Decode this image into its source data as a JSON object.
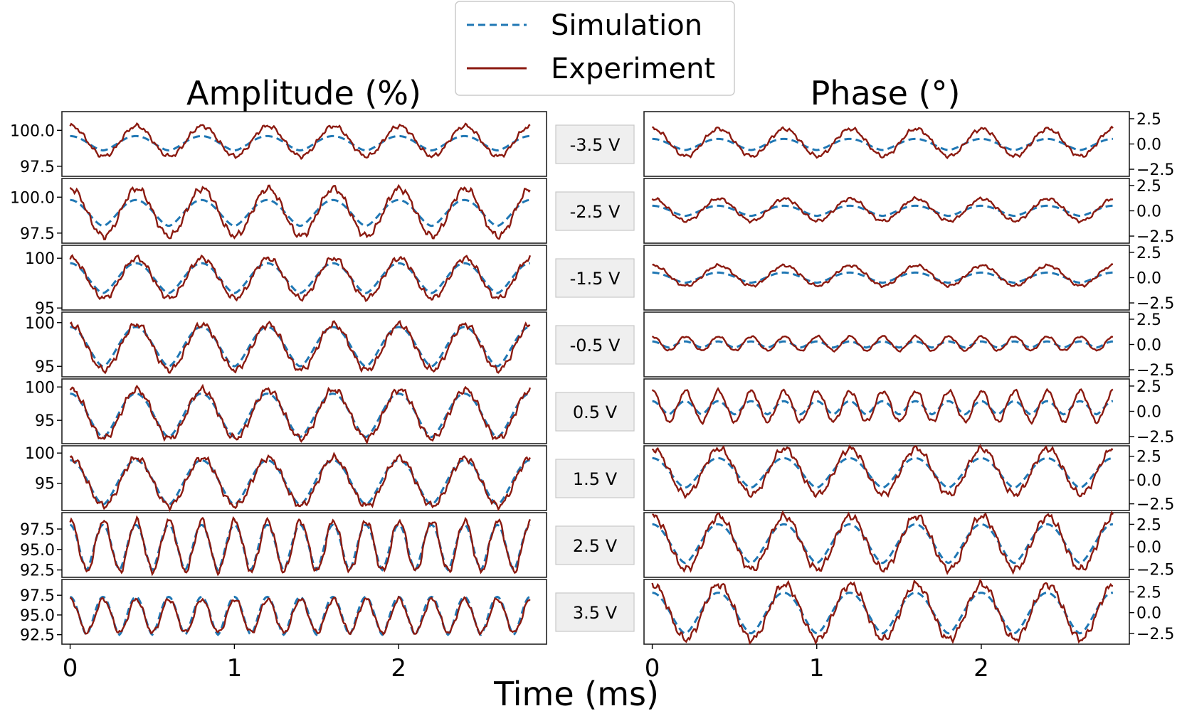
{
  "chart_data": {
    "type": "line",
    "titles": {
      "left": "Amplitude (%)",
      "right": "Phase (°)"
    },
    "xlabel": "Time (ms)",
    "xlim": [
      -0.05,
      2.9
    ],
    "xticks": [
      0,
      1,
      2
    ],
    "legend": {
      "placement": "top-center",
      "entries": [
        {
          "name": "Simulation",
          "color": "#1f77b4",
          "style": "dashed"
        },
        {
          "name": "Experiment",
          "color": "#8b1a10",
          "style": "solid"
        }
      ]
    },
    "simulation_color": "#1f77b4",
    "experiment_color": "#8b1a10",
    "rows": [
      {
        "label": "-3.5 V",
        "amplitude": {
          "ylim": [
            96.8,
            101.3
          ],
          "yticks": [
            "100.0",
            "97.5"
          ],
          "ytick_values": [
            100.0,
            97.5
          ],
          "sim_min": 98.6,
          "sim_max": 99.6,
          "exp_min": 98.2,
          "exp_max": 100.3,
          "freq_per_ms": 2.5
        },
        "phase": {
          "ylim": [
            -3.2,
            3.2
          ],
          "yticks": [
            "2.5",
            "0.0",
            "−2.5"
          ],
          "ytick_values": [
            2.5,
            0.0,
            -2.5
          ],
          "sim_min": -0.6,
          "sim_max": 0.5,
          "exp_min": -1.2,
          "exp_max": 1.5,
          "freq_per_ms": 2.5
        }
      },
      {
        "label": "-2.5 V",
        "amplitude": {
          "ylim": [
            96.8,
            101.3
          ],
          "yticks": [
            "100.0",
            "97.5"
          ],
          "ytick_values": [
            100.0,
            97.5
          ],
          "sim_min": 98.0,
          "sim_max": 99.8,
          "exp_min": 97.3,
          "exp_max": 100.6,
          "freq_per_ms": 2.5
        },
        "phase": {
          "ylim": [
            -3.2,
            3.2
          ],
          "yticks": [
            "2.5",
            "0.0",
            "−2.5"
          ],
          "ytick_values": [
            2.5,
            0.0,
            -2.5
          ],
          "sim_min": -0.5,
          "sim_max": 0.5,
          "exp_min": -1.0,
          "exp_max": 1.2,
          "freq_per_ms": 2.5
        }
      },
      {
        "label": "-1.5 V",
        "amplitude": {
          "ylim": [
            94.8,
            101.3
          ],
          "yticks": [
            "100",
            "95"
          ],
          "ytick_values": [
            100,
            95
          ],
          "sim_min": 96.5,
          "sim_max": 99.5,
          "exp_min": 96.0,
          "exp_max": 100.0,
          "freq_per_ms": 2.5
        },
        "phase": {
          "ylim": [
            -3.2,
            3.2
          ],
          "yticks": [
            "2.5",
            "0.0",
            "−2.5"
          ],
          "ytick_values": [
            2.5,
            0.0,
            -2.5
          ],
          "sim_min": -0.5,
          "sim_max": 0.5,
          "exp_min": -0.8,
          "exp_max": 1.2,
          "freq_per_ms": 2.5
        }
      },
      {
        "label": "-0.5 V",
        "amplitude": {
          "ylim": [
            93.8,
            101.2
          ],
          "yticks": [
            "100",
            "95"
          ],
          "ytick_values": [
            100,
            95
          ],
          "sim_min": 95.0,
          "sim_max": 99.5,
          "exp_min": 94.6,
          "exp_max": 99.8,
          "freq_per_ms": 2.5
        },
        "phase": {
          "ylim": [
            -3.2,
            3.2
          ],
          "yticks": [
            "2.5",
            "0.0",
            "−2.5"
          ],
          "ytick_values": [
            2.5,
            0.0,
            -2.5
          ],
          "sim_min": -0.3,
          "sim_max": 0.3,
          "exp_min": -0.6,
          "exp_max": 0.8,
          "freq_per_ms": 5.0
        }
      },
      {
        "label": "0.5 V",
        "amplitude": {
          "ylim": [
            91.5,
            101.2
          ],
          "yticks": [
            "100",
            "95"
          ],
          "ytick_values": [
            100,
            95
          ],
          "sim_min": 92.5,
          "sim_max": 99.0,
          "exp_min": 92.3,
          "exp_max": 99.6,
          "freq_per_ms": 2.5
        },
        "phase": {
          "ylim": [
            -3.2,
            3.2
          ],
          "yticks": [
            "2.5",
            "0.0",
            "−2.5"
          ],
          "ytick_values": [
            2.5,
            0.0,
            -2.5
          ],
          "sim_min": -0.3,
          "sim_max": 1.0,
          "exp_min": -1.0,
          "exp_max": 2.0,
          "freq_per_ms": 5.0
        }
      },
      {
        "label": "1.5 V",
        "amplitude": {
          "ylim": [
            90.5,
            101.2
          ],
          "yticks": [
            "100",
            "95"
          ],
          "ytick_values": [
            100,
            95
          ],
          "sim_min": 91.5,
          "sim_max": 98.8,
          "exp_min": 91.3,
          "exp_max": 99.2,
          "freq_per_ms": 2.5
        },
        "phase": {
          "ylim": [
            -3.2,
            3.6
          ],
          "yticks": [
            "2.5",
            "0.0",
            "−2.5"
          ],
          "ytick_values": [
            2.5,
            0.0,
            -2.5
          ],
          "sim_min": -0.8,
          "sim_max": 2.3,
          "exp_min": -1.5,
          "exp_max": 3.3,
          "freq_per_ms": 2.5
        }
      },
      {
        "label": "2.5 V",
        "amplitude": {
          "ylim": [
            91.6,
            99.5
          ],
          "yticks": [
            "97.5",
            "95.0",
            "92.5"
          ],
          "ytick_values": [
            97.5,
            95.0,
            92.5
          ],
          "sim_min": 92.5,
          "sim_max": 98.0,
          "exp_min": 92.4,
          "exp_max": 98.5,
          "freq_per_ms": 5.0
        },
        "phase": {
          "ylim": [
            -3.4,
            3.8
          ],
          "yticks": [
            "2.5",
            "0.0",
            "−2.5"
          ],
          "ytick_values": [
            2.5,
            0.0,
            -2.5
          ],
          "sim_min": -1.8,
          "sim_max": 2.5,
          "exp_min": -2.5,
          "exp_max": 3.4,
          "freq_per_ms": 2.5
        }
      },
      {
        "label": "3.5 V",
        "amplitude": {
          "ylim": [
            91.3,
            99.5
          ],
          "yticks": [
            "97.5",
            "95.0",
            "92.5"
          ],
          "ytick_values": [
            97.5,
            95.0,
            92.5
          ],
          "sim_min": 92.5,
          "sim_max": 97.3,
          "exp_min": 92.8,
          "exp_max": 97.0,
          "freq_per_ms": 5.0
        },
        "phase": {
          "ylim": [
            -3.8,
            4.0
          ],
          "yticks": [
            "2.5",
            "0.0",
            "−2.5"
          ],
          "ytick_values": [
            2.5,
            0.0,
            -2.5
          ],
          "sim_min": -2.5,
          "sim_max": 2.4,
          "exp_min": -3.2,
          "exp_max": 3.4,
          "freq_per_ms": 2.5
        }
      }
    ]
  }
}
